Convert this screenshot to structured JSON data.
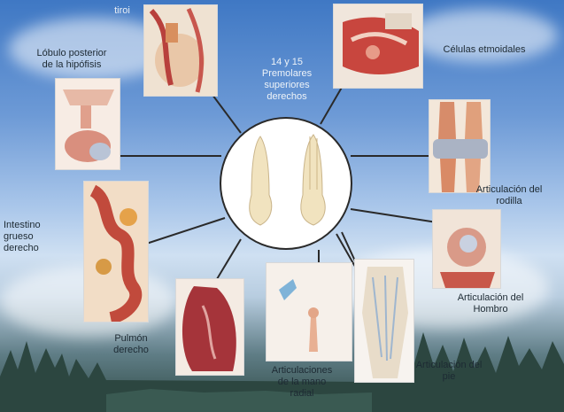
{
  "center": {
    "label": "14 y 15\nPremolares\nsuperiores\nderechos"
  },
  "nodes": [
    {
      "id": "tiroides",
      "label": "tiroi"
    },
    {
      "id": "lobulo",
      "label": "Lóbulo posterior\nde la hipófisis"
    },
    {
      "id": "etmoidales",
      "label": "Células etmoidales"
    },
    {
      "id": "rodilla",
      "label": "Articulación del\nrodilla"
    },
    {
      "id": "hombro",
      "label": "Articulación del\nHombro"
    },
    {
      "id": "pie",
      "label": "Articulación del\npie"
    },
    {
      "id": "mano",
      "label": "Articulaciones\nde la mano\nradial"
    },
    {
      "id": "pulmon",
      "label": "Pulmón\nderecho"
    },
    {
      "id": "intestino",
      "label": "Intestino\ngrueso\nderecho"
    }
  ],
  "colors": {
    "sky_top": "#3f78c4",
    "connector": "#2a2a2a",
    "tissue_red": "#b8403c",
    "tissue_pink": "#e9b3a6",
    "bone": "#e8d3a8",
    "tooth": "#f1e3bf"
  }
}
